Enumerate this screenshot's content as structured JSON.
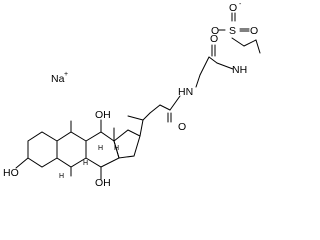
{
  "structure": {
    "counter_ion": {
      "symbol": "Na",
      "charge": "+"
    },
    "atom_labels": {
      "sulfur": "S",
      "sulfonate_oxygen_top": "O",
      "sulfonate_oxygen_left": "O",
      "sulfonate_oxygen_right": "O",
      "sulfonate_charge": "-",
      "amide_nh_upper": "NH",
      "amide_o_upper": "O",
      "amide_nh_lower": "HN",
      "amide_o_lower": "O",
      "hydroxyl_12": "OH",
      "hydroxyl_3": "HO",
      "hydroxyl_7": "OH"
    },
    "stereo_h_labels": [
      "H",
      "H",
      "H",
      "H"
    ]
  }
}
